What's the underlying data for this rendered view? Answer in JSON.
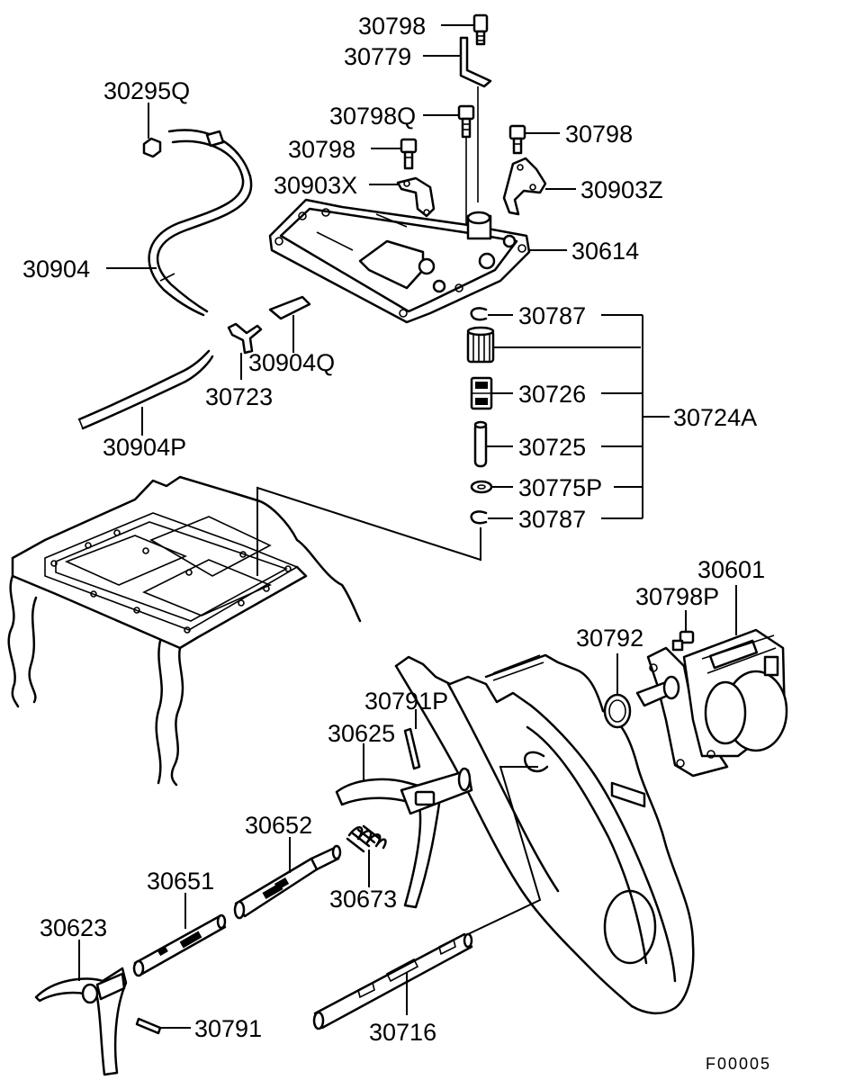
{
  "diagram": {
    "code": "F00005",
    "labels": {
      "p30798_top": "30798",
      "p30779": "30779",
      "p30295q": "30295Q",
      "p30798q": "30798Q",
      "p30798_mid": "30798",
      "p30798_right": "30798",
      "p30903x": "30903X",
      "p30903z": "30903Z",
      "p30904": "30904",
      "p30614": "30614",
      "p30787_top": "30787",
      "p30904q": "30904Q",
      "p30723": "30723",
      "p30726": "30726",
      "p30724a": "30724A",
      "p30904p": "30904P",
      "p30725": "30725",
      "p30775p": "30775P",
      "p30787_bot": "30787",
      "p30601": "30601",
      "p30798p": "30798P",
      "p30792": "30792",
      "p30791p": "30791P",
      "p30625": "30625",
      "p30652": "30652",
      "p30673": "30673",
      "p30651": "30651",
      "p30623": "30623",
      "p30791": "30791",
      "p30716": "30716"
    }
  }
}
